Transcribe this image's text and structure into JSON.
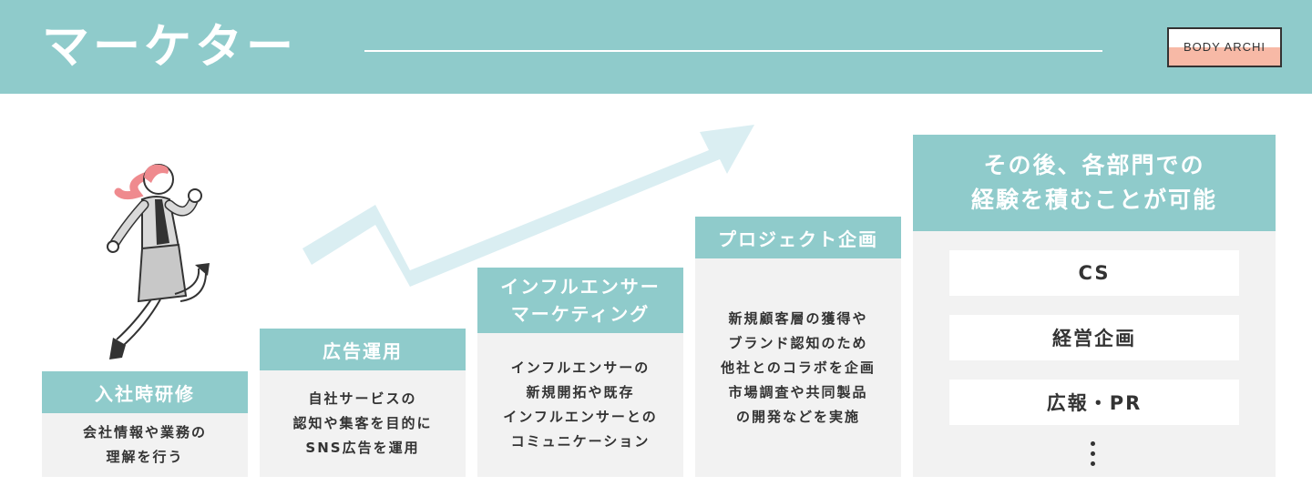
{
  "header": {
    "title": "マーケター",
    "logo_text": "BODY ARCHI"
  },
  "colors": {
    "teal": "#8fcbcb",
    "arrow": "#daeef2",
    "card_bg": "#f2f2f2",
    "logo_accent": "#f7b9a6"
  },
  "steps": [
    {
      "title": "入社時研修",
      "body": "会社情報や業務の\n理解を行う"
    },
    {
      "title": "広告運用",
      "body": "自社サービスの\n認知や集客を目的に\nSNS広告を運用"
    },
    {
      "title": "インフルエンサー\nマーケティング",
      "body": "インフルエンサーの\n新規開拓や既存\nインフルエンサーとの\nコミュニケーション"
    },
    {
      "title": "プロジェクト企画",
      "body": "新規顧客層の獲得や\nブランド認知のため\n他社とのコラボを企画\n市場調査や共同製品\nの開発などを実施"
    }
  ],
  "final": {
    "title": "その後、各部門での\n経験を積むことが可能",
    "roles": [
      "CS",
      "経営企画",
      "広報・PR"
    ]
  },
  "icons": {
    "arrow": "upward-trend-arrow-icon",
    "person": "running-businesswoman-illustration",
    "more": "vertical-ellipsis-icon"
  }
}
